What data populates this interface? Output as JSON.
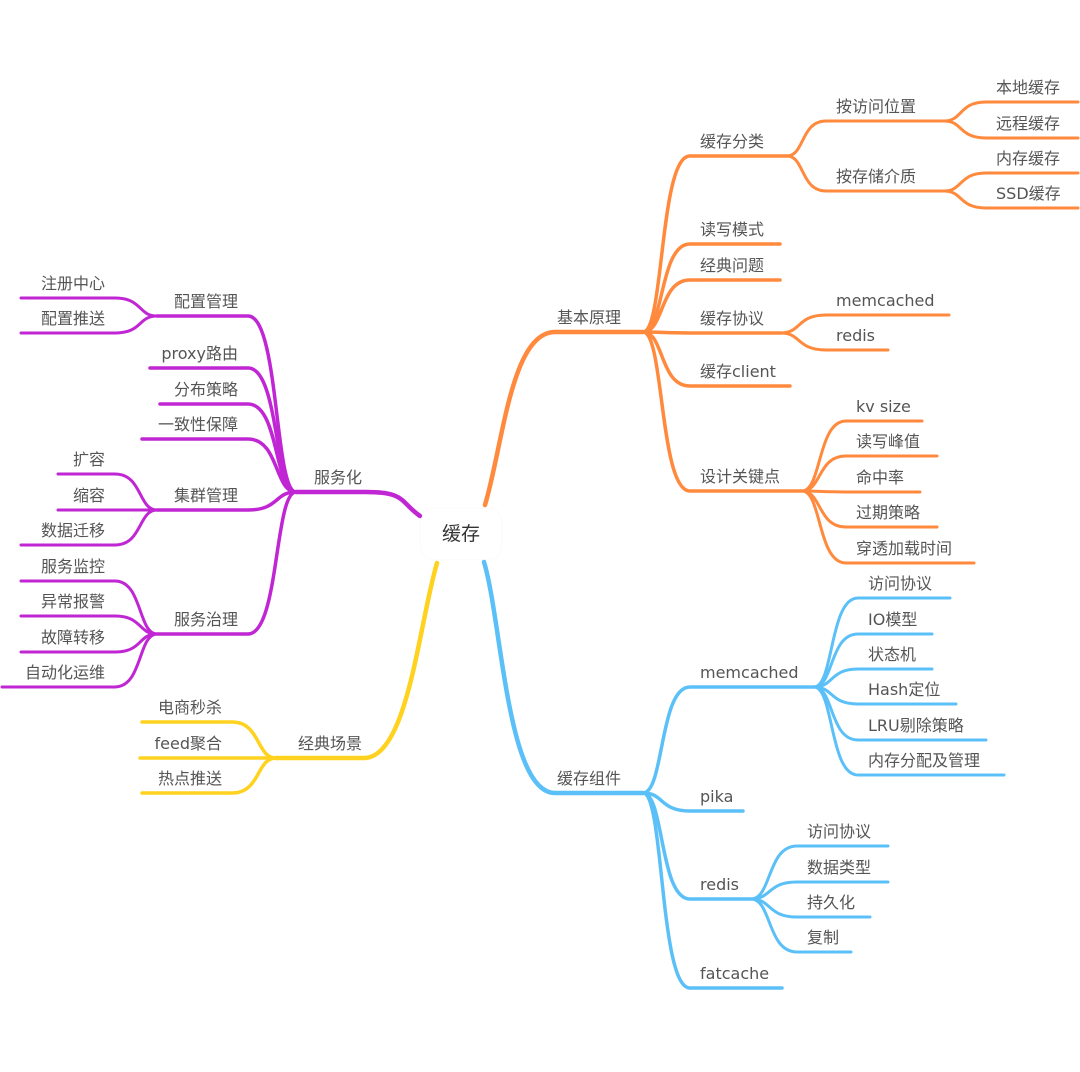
{
  "root": {
    "id": "root",
    "label": "缓存"
  },
  "colors": {
    "principles": "#FF8A3D",
    "components": "#5BC0F8",
    "service": "#C026D3",
    "scenarios": "#FFD21F",
    "text": "#555555"
  },
  "branches": [
    {
      "id": "b1",
      "label": "基本原理",
      "color": "principles",
      "children": [
        {
          "id": "b1a",
          "label": "缓存分类",
          "children": [
            {
              "id": "b1a1",
              "label": "按访问位置",
              "children": [
                {
                  "id": "b1a1a",
                  "label": "本地缓存"
                },
                {
                  "id": "b1a1b",
                  "label": "远程缓存"
                }
              ]
            },
            {
              "id": "b1a2",
              "label": "按存储介质",
              "children": [
                {
                  "id": "b1a2a",
                  "label": "内存缓存"
                },
                {
                  "id": "b1a2b",
                  "label": "SSD缓存"
                }
              ]
            }
          ]
        },
        {
          "id": "b1b",
          "label": "读写模式"
        },
        {
          "id": "b1c",
          "label": "经典问题"
        },
        {
          "id": "b1d",
          "label": "缓存协议",
          "children": [
            {
              "id": "b1d1",
              "label": "memcached"
            },
            {
              "id": "b1d2",
              "label": "redis"
            }
          ]
        },
        {
          "id": "b1e",
          "label": "缓存client"
        },
        {
          "id": "b1f",
          "label": "设计关键点",
          "children": [
            {
              "id": "b1f1",
              "label": "kv size"
            },
            {
              "id": "b1f2",
              "label": "读写峰值"
            },
            {
              "id": "b1f3",
              "label": "命中率"
            },
            {
              "id": "b1f4",
              "label": "过期策略"
            },
            {
              "id": "b1f5",
              "label": "穿透加载时间"
            }
          ]
        }
      ]
    },
    {
      "id": "b2",
      "label": "缓存组件",
      "color": "components",
      "children": [
        {
          "id": "b2a",
          "label": "memcached",
          "children": [
            {
              "id": "b2a1",
              "label": "访问协议"
            },
            {
              "id": "b2a2",
              "label": "IO模型"
            },
            {
              "id": "b2a3",
              "label": "状态机"
            },
            {
              "id": "b2a4",
              "label": "Hash定位"
            },
            {
              "id": "b2a5",
              "label": "LRU剔除策略"
            },
            {
              "id": "b2a6",
              "label": "内存分配及管理"
            }
          ]
        },
        {
          "id": "b2b",
          "label": "pika"
        },
        {
          "id": "b2c",
          "label": "redis",
          "children": [
            {
              "id": "b2c1",
              "label": "访问协议"
            },
            {
              "id": "b2c2",
              "label": "数据类型"
            },
            {
              "id": "b2c3",
              "label": "持久化"
            },
            {
              "id": "b2c4",
              "label": "复制"
            }
          ]
        },
        {
          "id": "b2d",
          "label": "fatcache"
        }
      ]
    },
    {
      "id": "b3",
      "label": "服务化",
      "color": "service",
      "children": [
        {
          "id": "b3a",
          "label": "配置管理",
          "children": [
            {
              "id": "b3a1",
              "label": "注册中心"
            },
            {
              "id": "b3a2",
              "label": "配置推送"
            }
          ]
        },
        {
          "id": "b3b",
          "label": "proxy路由"
        },
        {
          "id": "b3c",
          "label": "分布策略"
        },
        {
          "id": "b3d",
          "label": "一致性保障"
        },
        {
          "id": "b3e",
          "label": "集群管理",
          "children": [
            {
              "id": "b3e1",
              "label": "扩容"
            },
            {
              "id": "b3e2",
              "label": "缩容"
            },
            {
              "id": "b3e3",
              "label": "数据迁移"
            }
          ]
        },
        {
          "id": "b3f",
          "label": "服务治理",
          "children": [
            {
              "id": "b3f1",
              "label": "服务监控"
            },
            {
              "id": "b3f2",
              "label": "异常报警"
            },
            {
              "id": "b3f3",
              "label": "故障转移"
            },
            {
              "id": "b3f4",
              "label": "自动化运维"
            }
          ]
        }
      ]
    },
    {
      "id": "b4",
      "label": "经典场景",
      "color": "scenarios",
      "children": [
        {
          "id": "b4a",
          "label": "电商秒杀"
        },
        {
          "id": "b4b",
          "label": "feed聚合"
        },
        {
          "id": "b4c",
          "label": "热点推送"
        }
      ]
    }
  ]
}
